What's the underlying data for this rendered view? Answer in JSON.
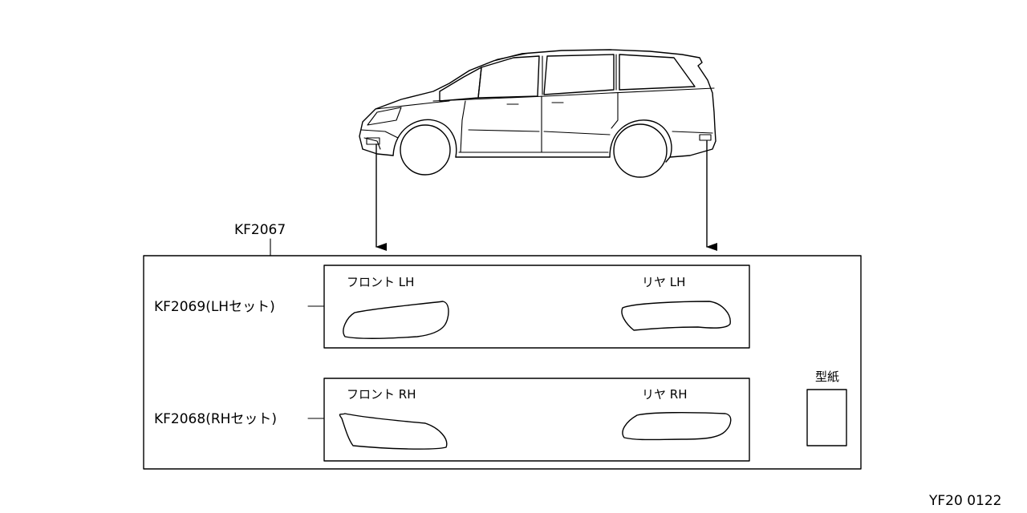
{
  "kit": {
    "part_number": "KF2067"
  },
  "sets": [
    {
      "set_label": "KF2069(LHセット)",
      "front_label": "フロント LH",
      "rear_label": "リヤ LH"
    },
    {
      "set_label": "KF2068(RHセット)",
      "front_label": "フロント RH",
      "rear_label": "リヤ RH"
    }
  ],
  "template": {
    "label": "型紙"
  },
  "diagram_code": "YF20 0122"
}
